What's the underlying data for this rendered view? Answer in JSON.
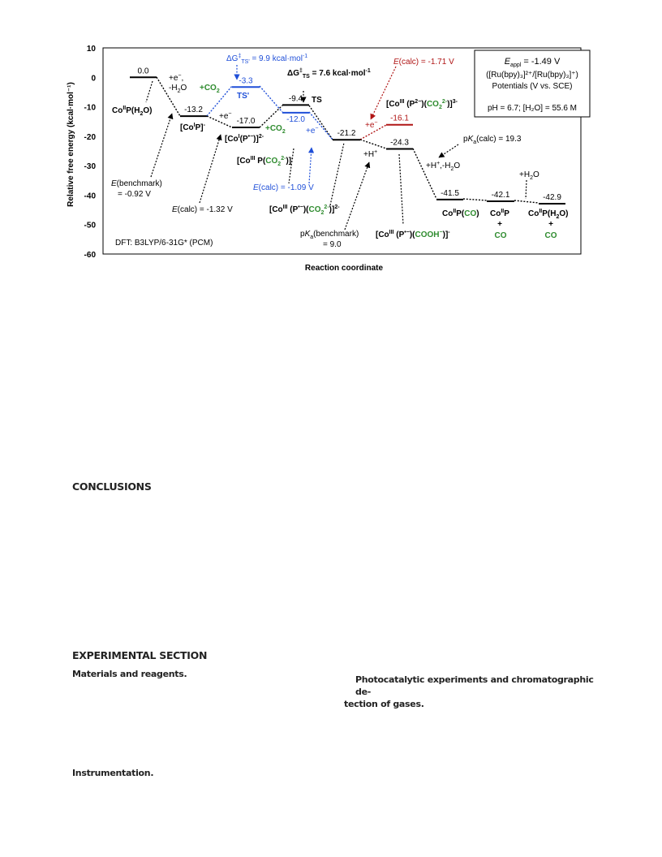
{
  "chart_data": {
    "type": "energy-diagram",
    "ylabel": "Relative free energy (kcal·mol⁻¹)",
    "xlabel": "Reaction coordinate",
    "ylim": [
      -60,
      10
    ],
    "yticks": [
      "10",
      "0",
      "-10",
      "-20",
      "-30",
      "-40",
      "-50",
      "-60"
    ],
    "method": "DFT: B3LYP/6-31G* (PCM)",
    "conditions": {
      "line1": "= -1.49 V",
      "line2": "([Ru(bpy)₃]²⁺/[Ru(bpy)₃]⁺)",
      "line3": "Potentials (V vs. SCE)",
      "line4": "pH = 6.7;  [H₂O] = 55.6 M"
    },
    "levels": [
      {
        "value": 0.0,
        "label": "0.0"
      },
      {
        "value": -13.2,
        "label": "-13.2"
      },
      {
        "value": -3.3,
        "label": "-3.3"
      },
      {
        "value": -17.0,
        "label": "-17.0"
      },
      {
        "value": -12.0,
        "label": "-12.0"
      },
      {
        "value": -9.4,
        "label": "-9.4"
      },
      {
        "value": -21.2,
        "label": "-21.2"
      },
      {
        "value": -16.1,
        "label": "-16.1"
      },
      {
        "value": -24.3,
        "label": "-24.3"
      },
      {
        "value": -41.5,
        "label": "-41.5"
      },
      {
        "value": -42.1,
        "label": "-42.1"
      },
      {
        "value": -42.9,
        "label": "-42.9"
      }
    ],
    "annotations": {
      "ts_prime_dg": "= 9.9 kcal·mol",
      "ts_dg": "= 7.6 kcal·mol",
      "ts_label": "TS",
      "ts_prime_label": "TS'",
      "e_calc_171": "(calc) = -1.71 V",
      "e_calc_109": "(calc) = -1.09 V",
      "e_calc_132": "(calc) = -1.32 V",
      "e_bench_line1": "(benchmark)",
      "e_bench_line2": "= -0.92 V",
      "pka_calc": "(calc) = 19.3",
      "pka_bench_line1": "(benchmark)",
      "pka_bench_line2": "= 9.0",
      "add_co2": "+CO",
      "add_e": "+e",
      "add_h": "+H",
      "add_h_water": "+H",
      "add_water": "+H",
      "remove_water": "-H",
      "species_co": "CO",
      "plus": "+"
    }
  },
  "sections": {
    "conclusions": "CONCLUSIONS",
    "experimental": "EXPERIMENTAL SECTION",
    "materials": "Materials and reagents.",
    "photocatalytic_line1": "Photocatalytic experiments and chromatographic de-",
    "photocatalytic_line2": "tection of gases.",
    "instrumentation": "Instrumentation."
  }
}
